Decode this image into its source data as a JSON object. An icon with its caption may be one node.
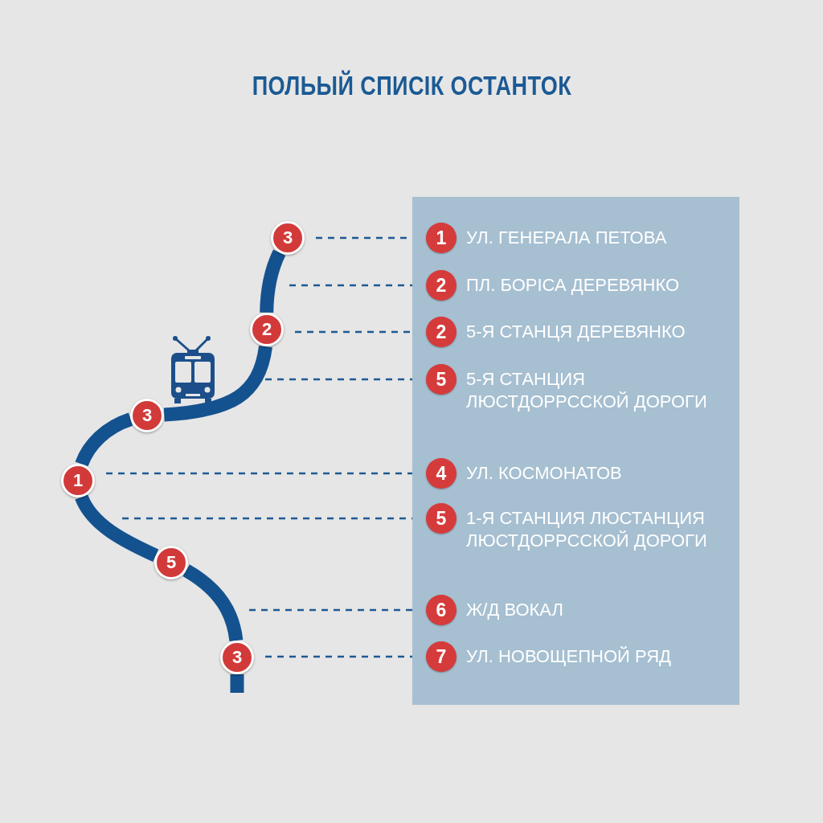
{
  "diagram": {
    "title": "ПОЛЬЫЙ СПИСІК ОСТАНТОК",
    "nodes": [
      {
        "text": [
          "3"
        ]
      },
      {
        "text": [
          "2"
        ]
      },
      {
        "text": [
          "3"
        ]
      },
      {
        "text": [
          "1"
        ]
      },
      {
        "text": [
          "5"
        ]
      },
      {
        "text": [
          "3"
        ]
      },
      {
        "text": [],
        "shape": "box"
      },
      {
        "text": [
          "1",
          "УЛ. ГЕНЕРАЛА ПЕТОВА"
        ],
        "in": 6
      },
      {
        "text": [
          "2",
          "ПЛ. БОРІСА ДЕРЕВЯНКО"
        ],
        "in": 6
      },
      {
        "text": [
          "2",
          "5-Я СТАНЦЯ ДЕРЕВЯНКО"
        ],
        "in": 6
      },
      {
        "text": [
          "5",
          "5-Я СТАНЦИЯ ЛЮСТДОРРССКОЙ ДОРОГИ"
        ],
        "in": 6
      },
      {
        "text": [
          "4",
          "УЛ. КОСМОНАТОВ"
        ],
        "in": 6
      },
      {
        "text": [
          "5",
          "1-Я СТАНЦИЯ ЛЮСТАНЦИЯ ЛЮСТДОРРССКОЙ ДОРОГИ"
        ],
        "in": 6
      },
      {
        "text": [
          "6",
          "Ж/Д ВОКАЛ"
        ],
        "in": 6
      },
      {
        "text": [
          "7",
          "УЛ. НОВОЩЕПНОЙ РЯД"
        ],
        "in": 6
      }
    ],
    "edges": [
      {
        "from": 0,
        "to": 1,
        "arrow": "none",
        "style": "thick"
      },
      {
        "from": 1,
        "to": 2,
        "arrow": "none",
        "style": "thick"
      },
      {
        "from": 2,
        "to": 3,
        "arrow": "none",
        "style": "thick"
      },
      {
        "from": 3,
        "to": 4,
        "arrow": "none",
        "style": "thick"
      },
      {
        "from": 4,
        "to": 5,
        "arrow": "none",
        "style": "thick"
      },
      {
        "from": 5,
        "to": null,
        "arrow": "none",
        "style": "thick"
      },
      {
        "from": 0,
        "to": 7,
        "arrow": "none",
        "style": "dashed"
      },
      {
        "from": null,
        "to": 8,
        "arrow": "none",
        "style": "dashed"
      },
      {
        "from": 1,
        "to": 9,
        "arrow": "none",
        "style": "dashed"
      },
      {
        "from": null,
        "to": 10,
        "arrow": "none",
        "style": "dashed"
      },
      {
        "from": 3,
        "to": 11,
        "arrow": "none",
        "style": "dashed"
      },
      {
        "from": null,
        "to": 12,
        "arrow": "none",
        "style": "dashed"
      },
      {
        "from": null,
        "to": 13,
        "arrow": "none",
        "style": "dashed"
      },
      {
        "from": 5,
        "to": 14,
        "arrow": "none",
        "style": "dashed"
      }
    ]
  }
}
